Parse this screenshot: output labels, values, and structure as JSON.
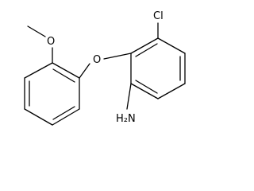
{
  "molecule": {
    "atom_labels": {
      "chlorine": "Cl",
      "ether_oxygen": "O",
      "methoxy_oxygen": "O",
      "amine": "H₂N"
    },
    "colors": {
      "bond": "#000000",
      "text": "#000000",
      "background": "#ffffff"
    }
  }
}
